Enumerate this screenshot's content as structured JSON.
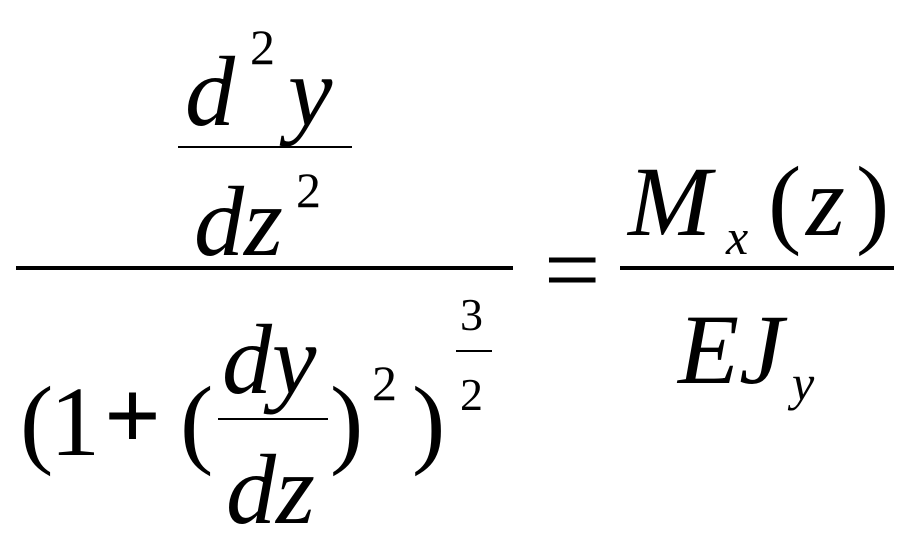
{
  "equation": {
    "lhs": {
      "numerator": {
        "top": {
          "d": "d",
          "exp": "2",
          "y": "y"
        },
        "bottom": {
          "dz": "dz",
          "exp": "2"
        }
      },
      "denominator": {
        "open_paren": "(",
        "one": "1",
        "plus": "+",
        "open_paren_inner": "(",
        "frac_top": "dy",
        "frac_bottom": "dz",
        "close_paren_inner": ")",
        "inner_exp": "2",
        "close_paren": ")",
        "outer_exp_num": "3",
        "outer_exp_den": "2"
      }
    },
    "equals": "=",
    "rhs": {
      "numerator": {
        "M": "M",
        "sub": "x",
        "open": "(",
        "z": "z",
        "close": ")"
      },
      "denominator": {
        "EJ": "EJ",
        "sub": "y"
      }
    }
  }
}
